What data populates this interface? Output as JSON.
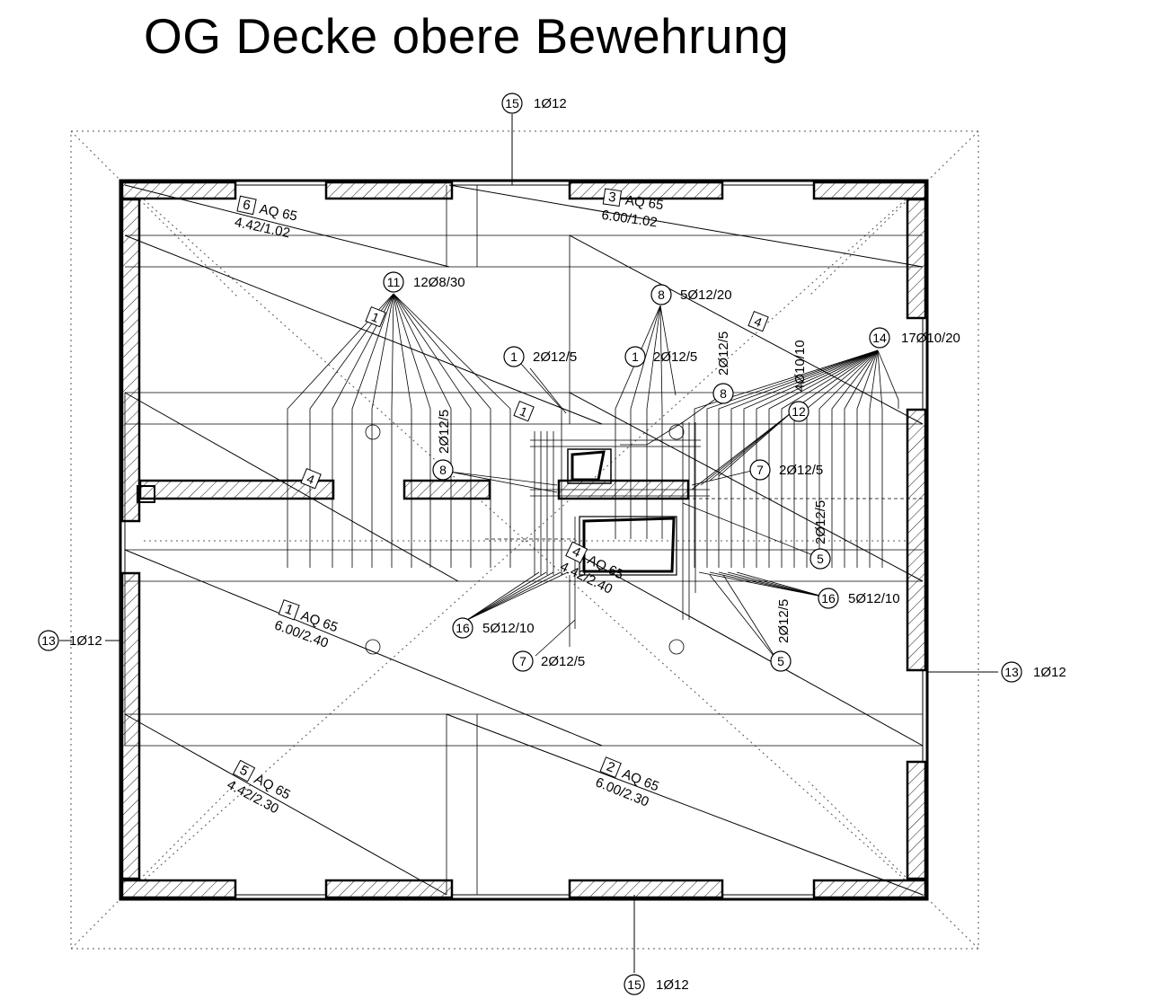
{
  "title": "OG Decke obere Bewehrung",
  "mesh_labels": [
    {
      "pos": "6",
      "type": "AQ 65",
      "dims": "4.42/1.02"
    },
    {
      "pos": "3",
      "type": "AQ 65",
      "dims": "6.00/1.02"
    },
    {
      "pos": "4",
      "type": "AQ 65",
      "dims": "4.42/2.40"
    },
    {
      "pos": "1",
      "type": "AQ 65",
      "dims": "6.00/2.40"
    },
    {
      "pos": "5",
      "type": "AQ 65",
      "dims": "4.42/2.30"
    },
    {
      "pos": "2",
      "type": "AQ 65",
      "dims": "6.00/2.30"
    }
  ],
  "mesh_tags": [
    "1",
    "1",
    "4",
    "4"
  ],
  "bar_callouts": [
    {
      "pos": "15",
      "spec": "1Ø12"
    },
    {
      "pos": "11",
      "spec": "12Ø8/30"
    },
    {
      "pos": "8",
      "spec": "5Ø12/20"
    },
    {
      "pos": "14",
      "spec": "17Ø10/20"
    },
    {
      "pos": "1",
      "spec": "2Ø12/5"
    },
    {
      "pos": "1",
      "spec": "2Ø12/5"
    },
    {
      "pos": "8",
      "spec": "2Ø12/5"
    },
    {
      "pos": "12",
      "spec": "4Ø10/10"
    },
    {
      "pos": "8",
      "spec": "2Ø12/5"
    },
    {
      "pos": "7",
      "spec": "2Ø12/5"
    },
    {
      "pos": "5",
      "spec": "2Ø12/5"
    },
    {
      "pos": "16",
      "spec": "5Ø12/10"
    },
    {
      "pos": "13",
      "spec": "1Ø12"
    },
    {
      "pos": "16",
      "spec": "5Ø12/10"
    },
    {
      "pos": "5",
      "spec": "2Ø12/5"
    },
    {
      "pos": "7",
      "spec": "2Ø12/5"
    },
    {
      "pos": "13",
      "spec": "1Ø12"
    },
    {
      "pos": "15",
      "spec": "1Ø12"
    }
  ]
}
